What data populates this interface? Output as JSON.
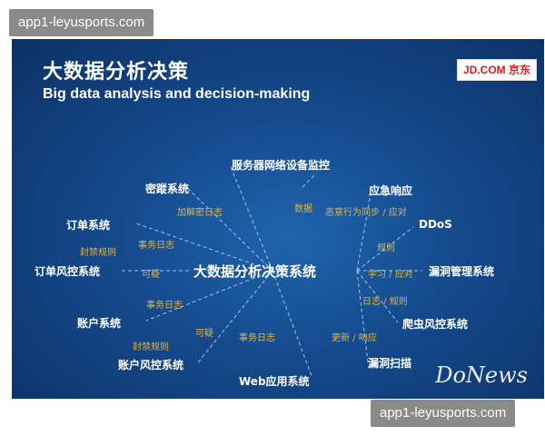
{
  "watermark": {
    "top": "app1-leyusports.com",
    "bottom": "app1-leyusports.com"
  },
  "slide": {
    "title_cn": "大数据分析决策",
    "title_en": "Big data analysis and decision-making",
    "logo": "JD.COM 京东",
    "center": "大数据分析决策系统",
    "nodes": {
      "server": "服务器网络设备监控",
      "emergency": "应急响应",
      "ddos": "DDoS",
      "vuln_mgmt": "漏洞管理系统",
      "crawler": "爬虫风控系统",
      "vuln_scan": "漏洞扫描",
      "web": "Web应用系统",
      "acct_risk": "账户风控系统",
      "acct": "账户系统",
      "order_risk": "订单风控系统",
      "order": "订单系统",
      "honeypot": "密蹤系统"
    },
    "labels": {
      "honeypot_log": "加解密日志",
      "data": "数据",
      "malicious": "恶意行为同步 / 应对",
      "rules": "规则",
      "learn": "学习 / 应对",
      "log_rules": "日志 / 规则",
      "update": "更新 / 响应",
      "biz_log_web": "事务日志",
      "suspicious1": "可疑",
      "acct_rules": "封禁规则",
      "biz_log_acct": "事务日志",
      "suspicious2": "可疑",
      "biz_log_order": "事务日志",
      "order_rules": "封禁规则"
    },
    "brand_watermark": "DoNews"
  }
}
